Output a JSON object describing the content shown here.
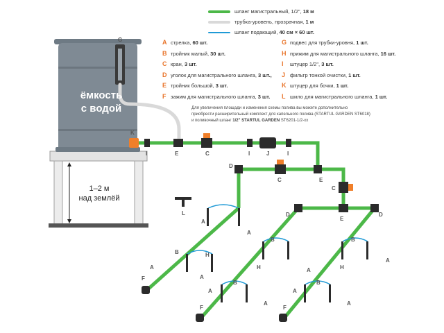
{
  "legend": [
    {
      "label": "шланг магистральный, 1/2\", ",
      "qty": "18 м",
      "color": "#4cb848"
    },
    {
      "label": "трубка-уровень, прозрачная, ",
      "qty": "1 м",
      "color": "#d9d9d9"
    },
    {
      "label": "шланг подающий, ",
      "qty": "40 см × 60 шт.",
      "color": "#1f9ad6"
    }
  ],
  "parts_left": [
    {
      "letter": "A",
      "name": "стрелка, ",
      "qty": "60 шт."
    },
    {
      "letter": "B",
      "name": "тройник малый, ",
      "qty": "30 шт."
    },
    {
      "letter": "C",
      "name": "кран, ",
      "qty": "3 шт."
    },
    {
      "letter": "D",
      "name": "уголок для магистрального шланга, ",
      "qty": "3 шт.,"
    },
    {
      "letter": "E",
      "name": "тройник большой, ",
      "qty": "3 шт."
    },
    {
      "letter": "F",
      "name": "зажим для магистрального шланга, ",
      "qty": "3 шт."
    }
  ],
  "parts_right": [
    {
      "letter": "G",
      "name": "подвес для трубки-уровня, ",
      "qty": "1 шт."
    },
    {
      "letter": "H",
      "name": "прижим для магистрального шланга, ",
      "qty": "16 шт."
    },
    {
      "letter": "I",
      "name": "штуцер 1/2\", ",
      "qty": "3 шт."
    },
    {
      "letter": "J",
      "name": "фильтр тонкой очистки, ",
      "qty": "1 шт."
    },
    {
      "letter": "K",
      "name": "штуцер для бочки, ",
      "qty": "1 шт."
    },
    {
      "letter": "L",
      "name": "шило для магистрального шланга, ",
      "qty": "1 шт."
    }
  ],
  "note": {
    "line1": "Для увеличения площади и изменения схемы полива вы можете дополнительно",
    "line2": "приобрести расширительный комплект для капельного полива (STARTUL GARDEN ST6018)",
    "line3_pre": "и поливочный шланг ",
    "line3_bold": "1/2\" STARTUL GARDEN",
    "line3_post": " ST6201-1/2-xx"
  },
  "tank": {
    "line1": "ёмкость",
    "line2": "с водой"
  },
  "height": {
    "line1": "1–2 м",
    "line2": "над землёй"
  },
  "tags": {
    "A": "A",
    "B": "B",
    "C": "C",
    "D": "D",
    "E": "E",
    "F": "F",
    "G": "G",
    "H": "H",
    "I": "I",
    "J": "J",
    "K": "K",
    "L": "L"
  },
  "colors": {
    "main_hose": "#4cb848",
    "feed_hose": "#1f9ad6",
    "level_tube": "#d9d9d9",
    "tank": "#7f8a94",
    "fitting": "#2b2b2b",
    "valve": "#f07f2a",
    "stand": "#e3e3e3"
  }
}
